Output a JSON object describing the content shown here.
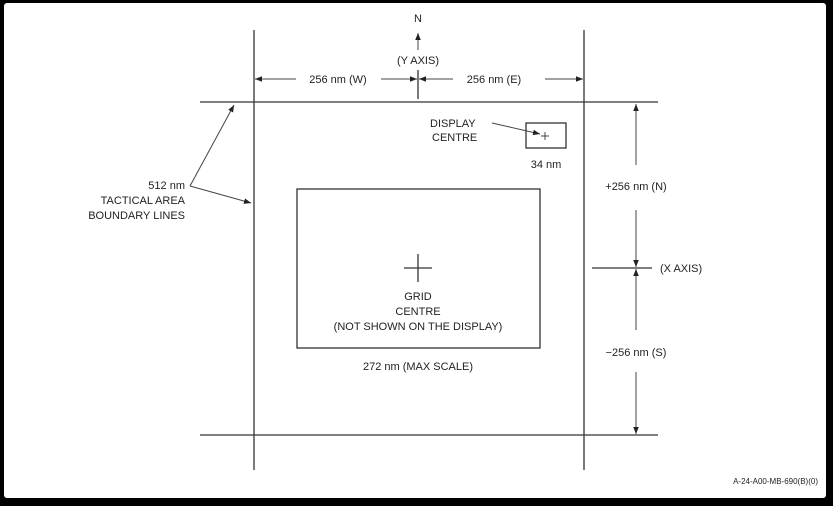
{
  "north_label": "N",
  "y_axis_label": "(Y AXIS)",
  "west_dim_label": "256 nm (W)",
  "east_dim_label": "256 nm (E)",
  "display_centre_label": [
    "DISPLAY",
    "CENTRE"
  ],
  "display_box_label": "34 nm",
  "north_dim_label": "+256 nm (N)",
  "x_axis_label": "(X AXIS)",
  "south_dim_label": "−256 nm (S)",
  "grid_centre_label": [
    "GRID",
    "CENTRE",
    "(NOT SHOWN ON THE DISPLAY)"
  ],
  "max_scale_label": "272 nm (MAX SCALE)",
  "boundary_label": [
    "512 nm",
    "TACTICAL AREA",
    "BOUNDARY LINES"
  ],
  "figure_code": "A-24-A00-MB-690(B)(0)"
}
